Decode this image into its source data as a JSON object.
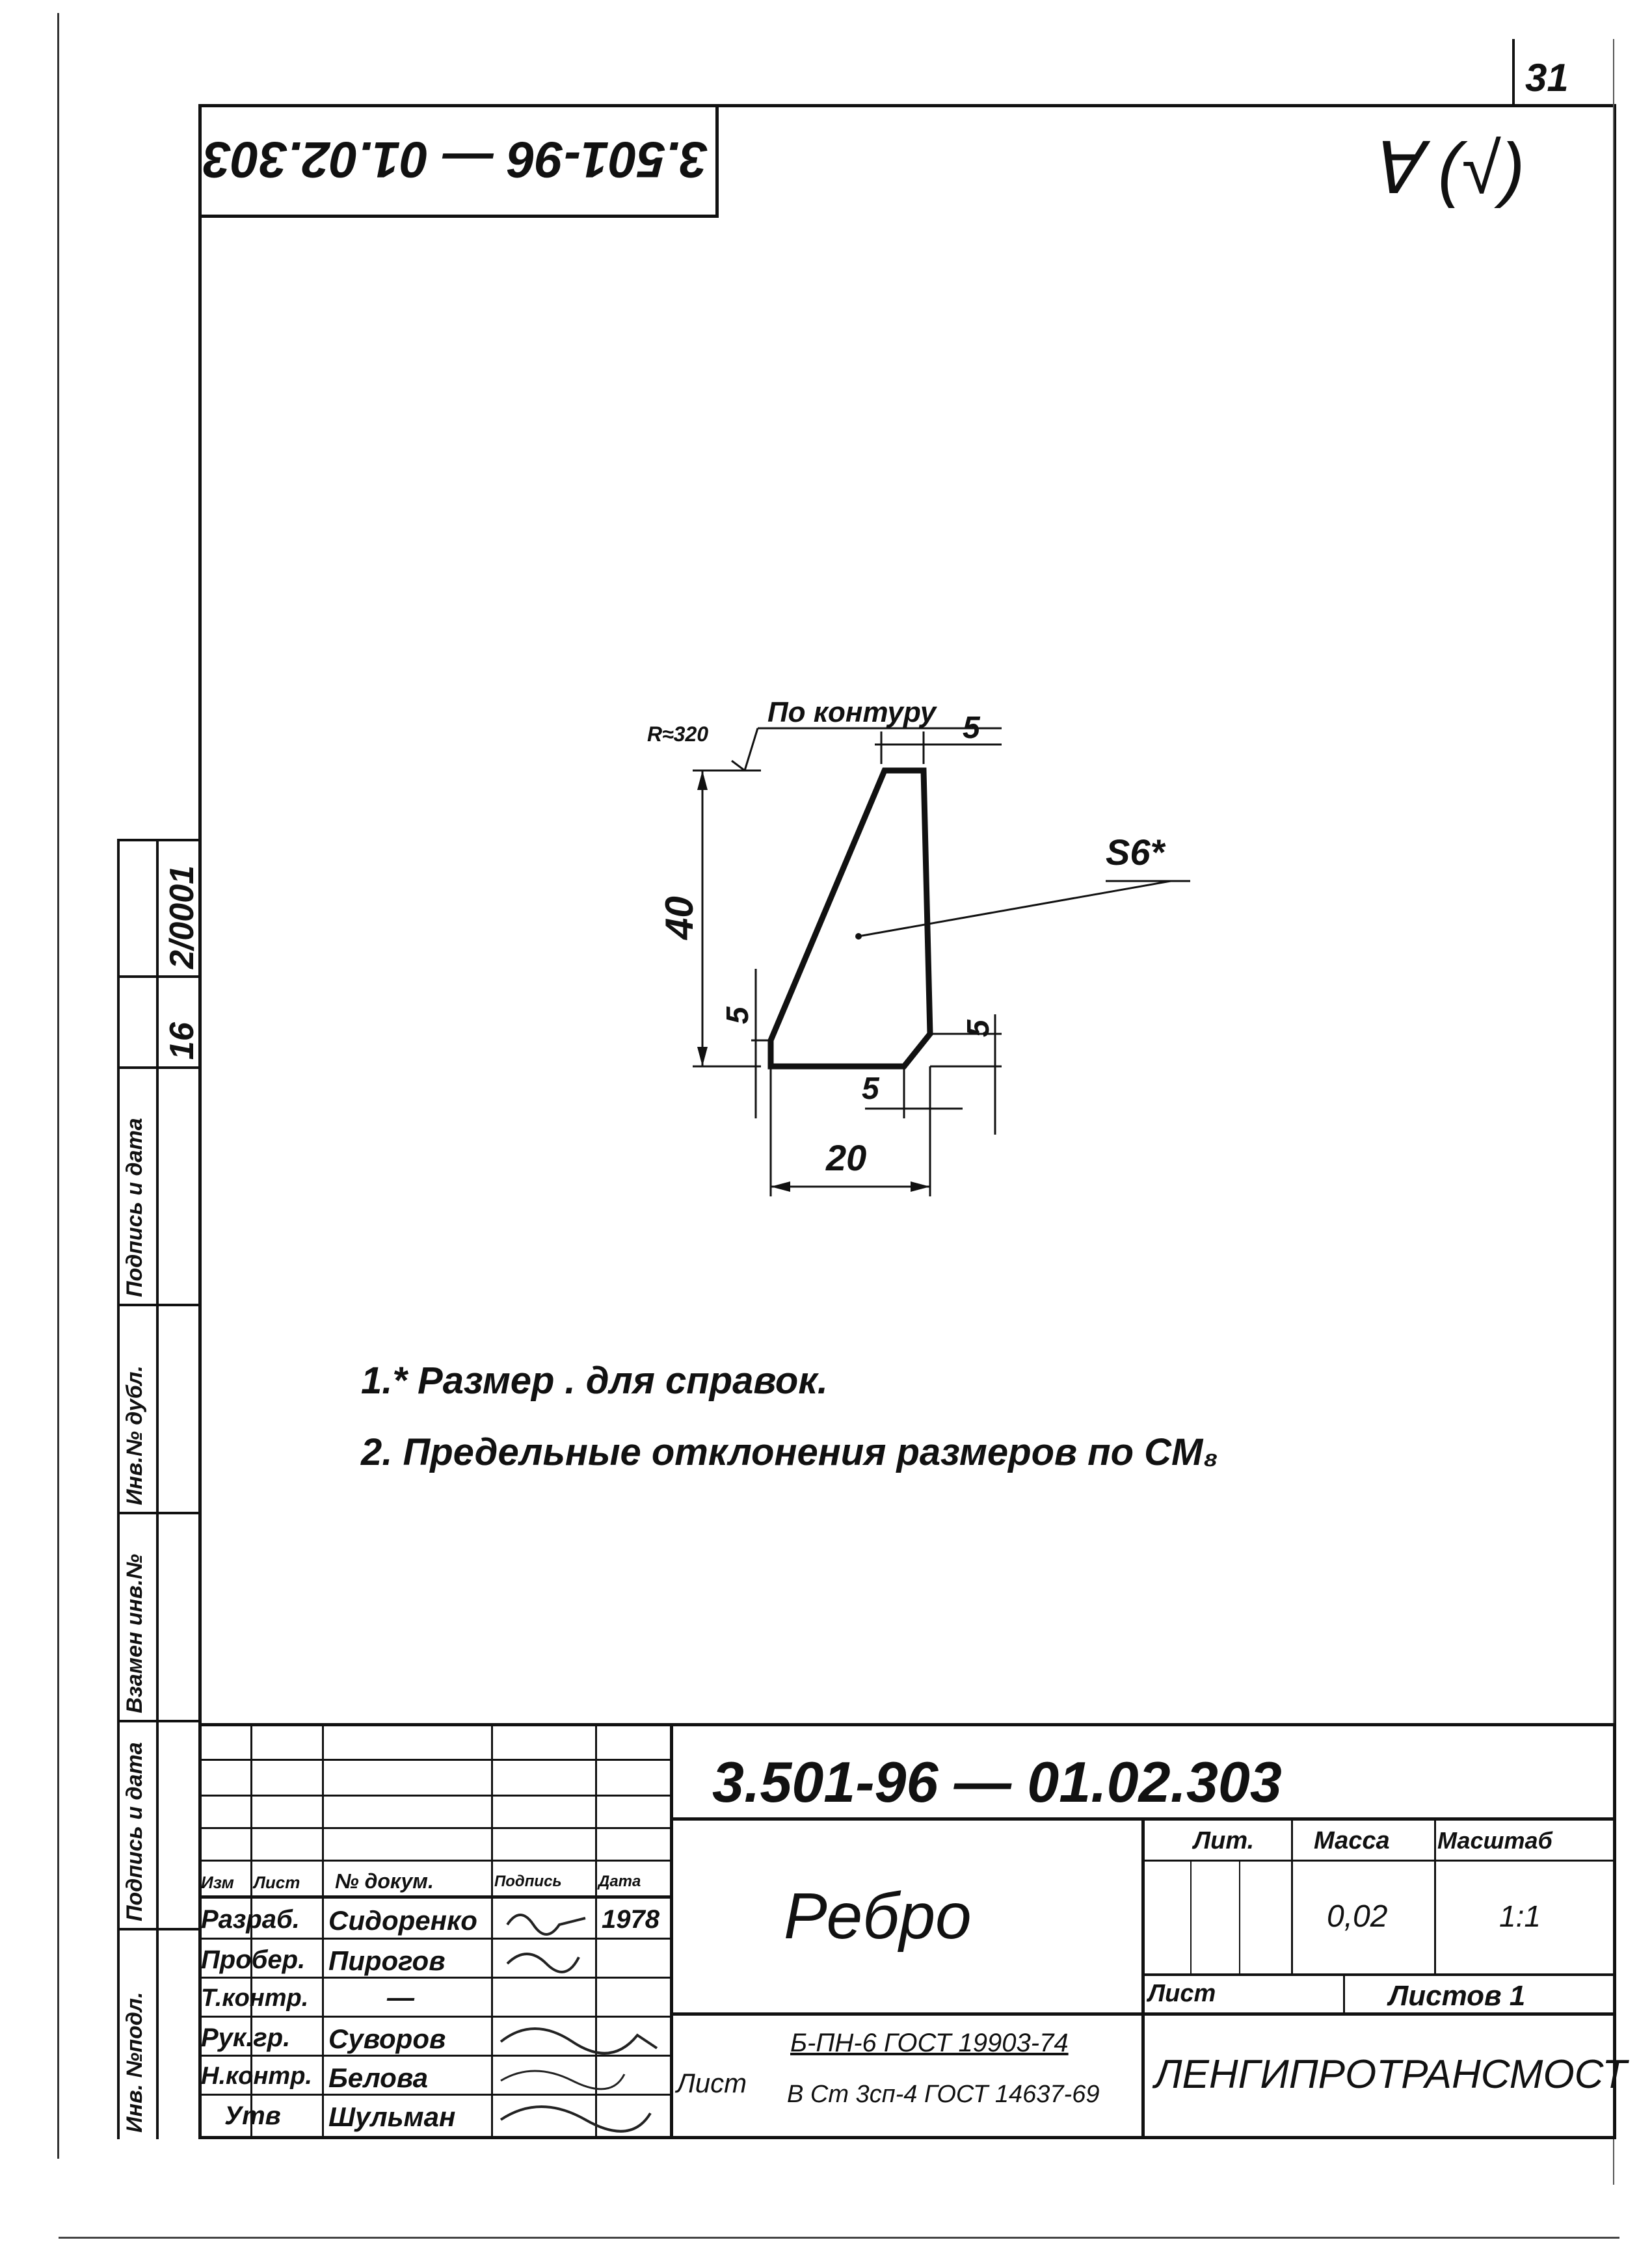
{
  "sheet": {
    "page_number": "31",
    "upside_code": "3.501-96 — 01.02.303",
    "roughness_mark": "∀ (√)"
  },
  "drawing": {
    "radius_label": "R≈320",
    "contour_label": "По контуру",
    "thickness_label": "S6*",
    "dim_top": "5",
    "dim_height": "40",
    "dim_left_chamfer": "5",
    "dim_right_chamfer": "5",
    "dim_bottom_chamfer": "5",
    "dim_width": "20"
  },
  "notes": [
    "1.* Pазмер . для справок.",
    "2.  Предельные отклонения размеров по СМ₈"
  ],
  "side_stamp": {
    "inv_no_podl": "Инв. №подл.",
    "podpis_data_1": "Подпись и дата",
    "vzamen": "Взамен инв.№",
    "inv_dubl": "Инв.№ дубл.",
    "podpis_data_2": "Подпись и дата",
    "num_a": "16",
    "num_b": "2/0001"
  },
  "title_block": {
    "designation": "3.501-96 — 01.02.303",
    "name": "Ребро",
    "headers": {
      "izm": "Изм",
      "list": "Лист",
      "n_dokum": "№ докум.",
      "podpis": "Подпись",
      "data": "Дата"
    },
    "roles": [
      {
        "role": "Разраб.",
        "name": "Сидоренко",
        "date": "1978"
      },
      {
        "role": "Пробер.",
        "name": "Пирогов",
        "date": ""
      },
      {
        "role": "Т.контр.",
        "name": "—",
        "date": ""
      },
      {
        "role": "Рук.гр.",
        "name": "Суворов",
        "date": ""
      },
      {
        "role": "Н.контр.",
        "name": "Белова",
        "date": ""
      },
      {
        "role": "Утв",
        "name": "Шульман",
        "date": ""
      }
    ],
    "lit_label": "Лит.",
    "mass_label": "Масса",
    "scale_label": "Масштаб",
    "mass_value": "0,02",
    "scale_value": "1:1",
    "sheet_label": "Лист",
    "sheets_label": "Листов 1",
    "material_label": "Лист",
    "material_line1": "Б-ПН-6 ГОСТ 19903-74",
    "material_line2": "В Ст 3сп-4 ГОСТ 14637-69",
    "organization": "ЛЕНГИПРОТРАНСМОСТ"
  },
  "colors": {
    "ink": "#111111",
    "paper": "#ffffff"
  }
}
